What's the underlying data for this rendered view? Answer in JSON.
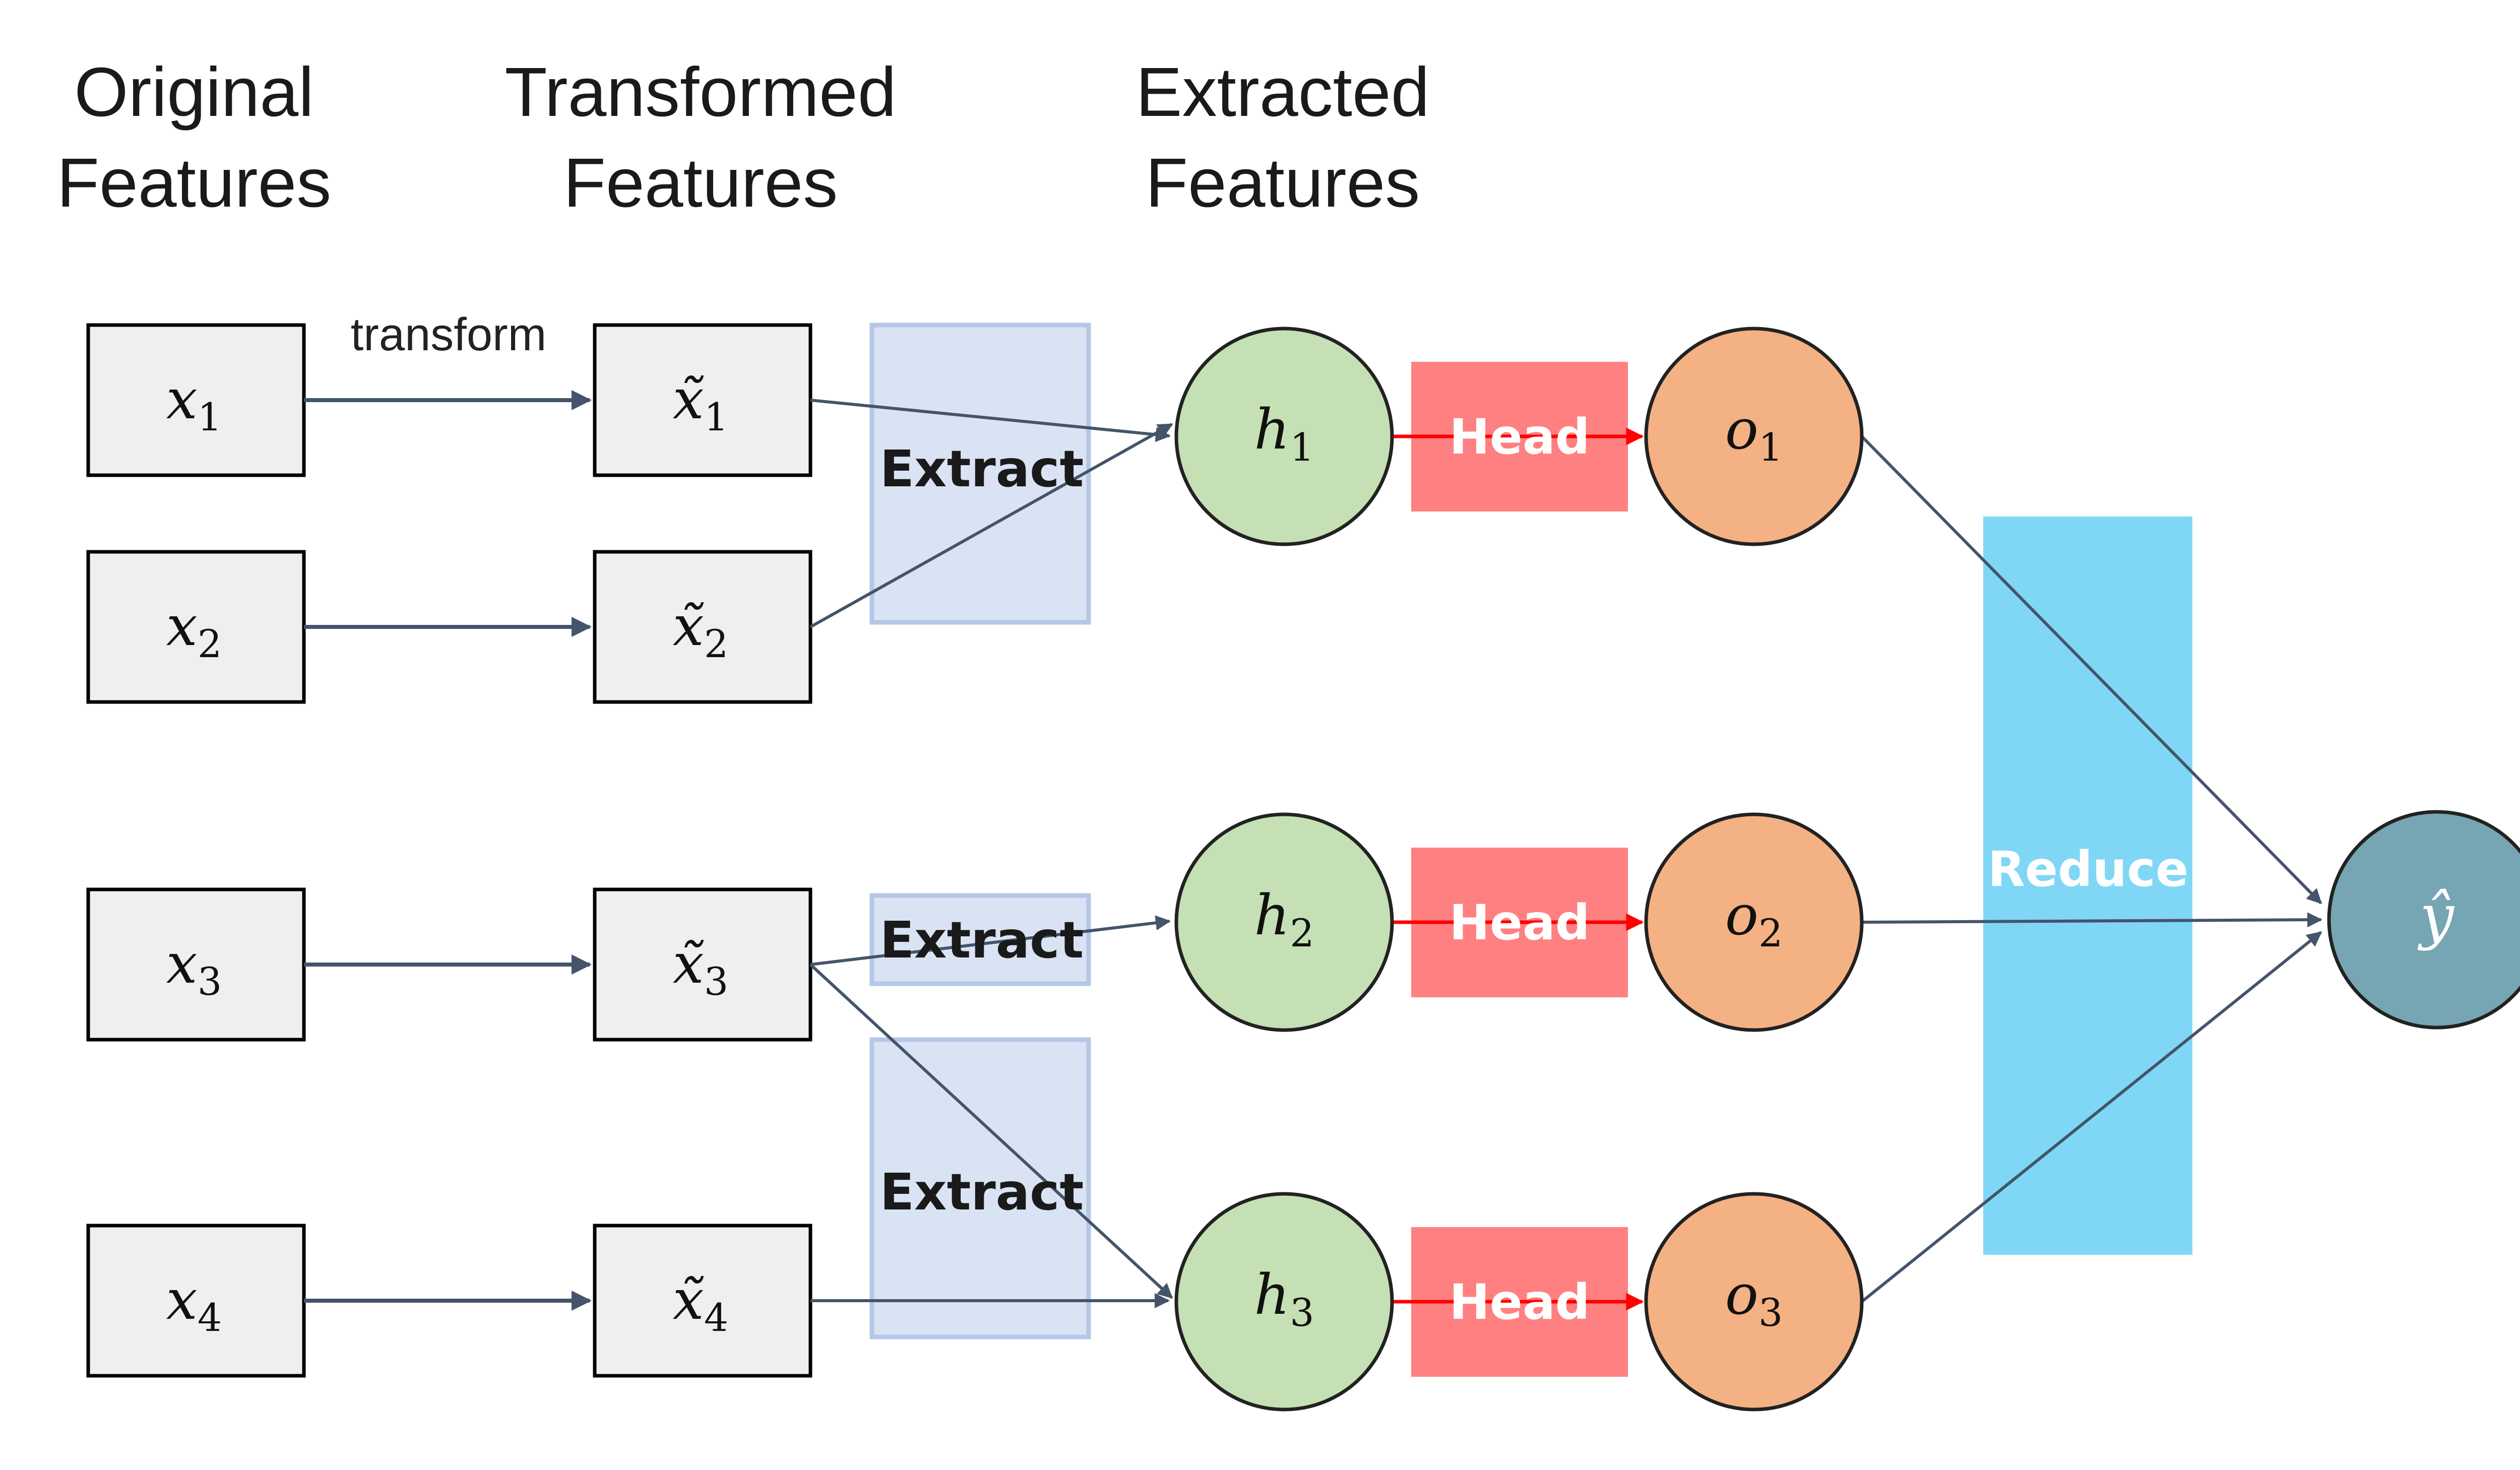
{
  "headers": {
    "original": [
      "Original",
      "Features"
    ],
    "transformed": [
      "Transformed",
      "Features"
    ],
    "extracted": [
      "Extracted",
      "Features"
    ]
  },
  "transform_label": "transform",
  "inputs": [
    {
      "base": "x",
      "sub": "1"
    },
    {
      "base": "x",
      "sub": "2"
    },
    {
      "base": "x",
      "sub": "3"
    },
    {
      "base": "x",
      "sub": "4"
    }
  ],
  "transformed": [
    {
      "base": "x̃",
      "sub": "1"
    },
    {
      "base": "x̃",
      "sub": "2"
    },
    {
      "base": "x̃",
      "sub": "3"
    },
    {
      "base": "x̃",
      "sub": "4"
    }
  ],
  "extract_label": "Extract",
  "hidden": [
    {
      "base": "h",
      "sub": "1"
    },
    {
      "base": "h",
      "sub": "2"
    },
    {
      "base": "h",
      "sub": "3"
    }
  ],
  "head_label": "Head",
  "outputs": [
    {
      "base": "o",
      "sub": "1"
    },
    {
      "base": "o",
      "sub": "2"
    },
    {
      "base": "o",
      "sub": "3"
    }
  ],
  "reduce_label": "Reduce",
  "prediction": {
    "base": "ŷ"
  },
  "colors": {
    "box_fill": "#efefef",
    "extract_fill": "#dae3f3",
    "extract_stroke": "#b4c7e7",
    "hidden_fill": "#c5e0b4",
    "head_fill": "#ff8080",
    "head_arrow": "#ff0000",
    "output_fill": "#f4b183",
    "reduce_fill": "#7fd7f5",
    "pred_fill": "#76a5b3",
    "edge": "#44546a"
  }
}
